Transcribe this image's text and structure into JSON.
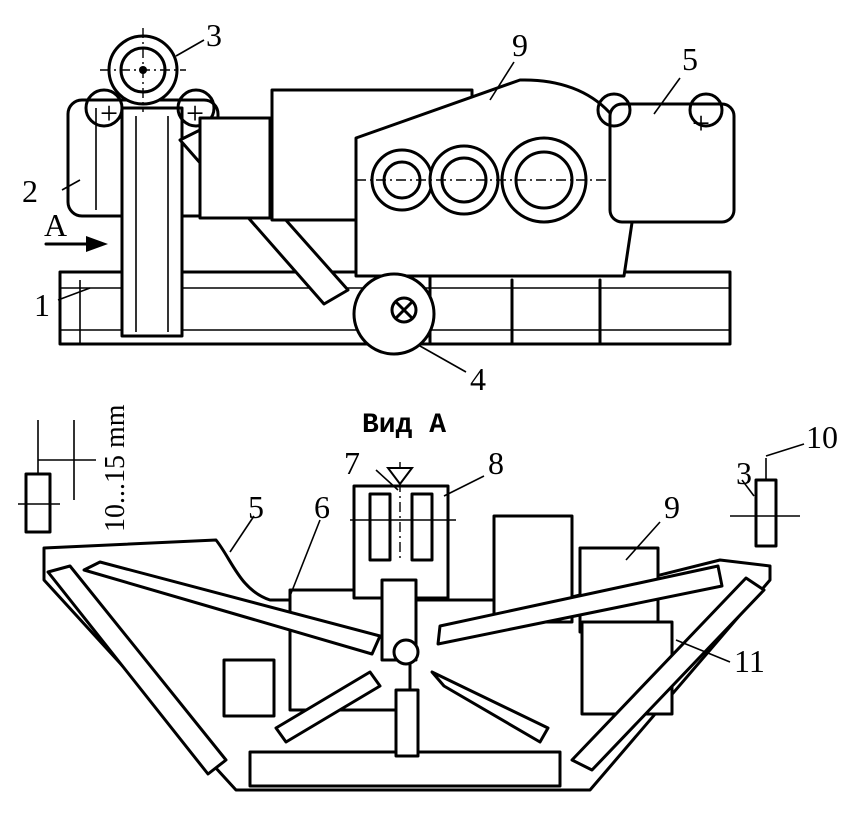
{
  "view_title": "Вид  А",
  "view_arrow_label": "А",
  "dimension_label": "10...15 mm",
  "callouts": {
    "top": {
      "c1": "1",
      "c2": "2",
      "c3": "3",
      "c4": "4",
      "c5": "5",
      "c9": "9"
    },
    "bottom": {
      "c3": "3",
      "c5": "5",
      "c6": "6",
      "c7": "7",
      "c8": "8",
      "c9": "9",
      "c10": "10",
      "c11": "11"
    }
  }
}
